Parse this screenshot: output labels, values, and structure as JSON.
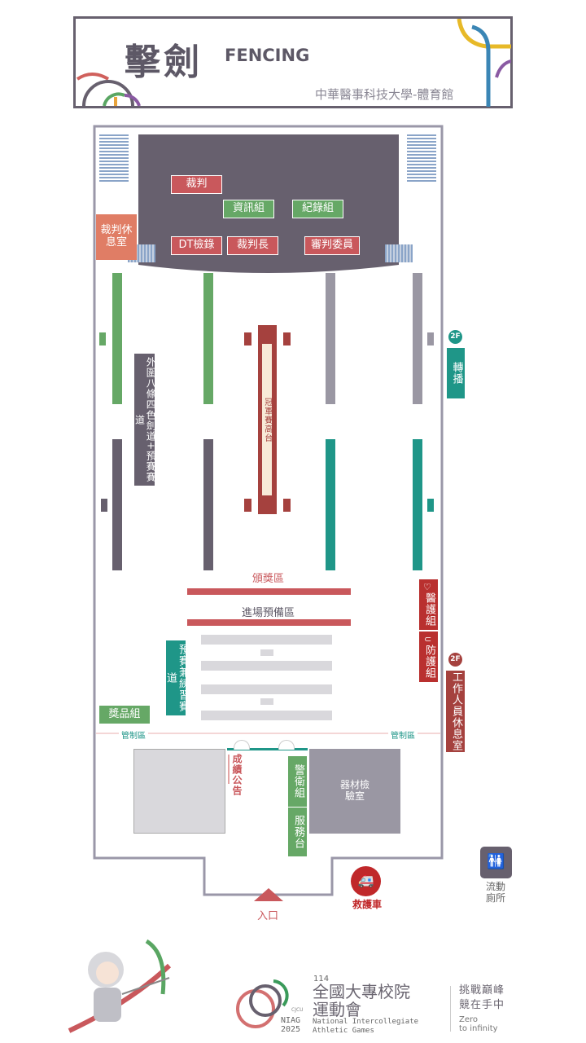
{
  "header": {
    "title_zh": "擊劍",
    "title_en": "FENCING",
    "venue": "中華醫事科技大學-體育館"
  },
  "stage": {
    "referee": "裁判",
    "info": "資訊組",
    "record": "紀錄組",
    "dt": "DT檢錄",
    "head_referee": "裁判長",
    "jury": "審判委員",
    "referee_lounge": "裁判休息室"
  },
  "floor": {
    "outer_lanes": "外圍八條四色劍道+預賽賽道",
    "center_stage": "冠軍賽高台",
    "broadcast": "轉播",
    "floor2": "2F",
    "award_area": "頒獎區",
    "prep_area": "進場預備區",
    "practice": "預賽兼練習賽道",
    "prize": "獎品組",
    "control": "管制區",
    "results": "成績公告",
    "security": "警衛組",
    "service": "服務台",
    "equipment": "器材檢驗室",
    "medical": "醫護組",
    "protection": "防護組",
    "staff_lounge": "工作人員休息室",
    "entrance": "入口",
    "ambulance": "救護車",
    "toilet": "流動廁所"
  },
  "footer": {
    "edition": "114",
    "event_zh_1": "全國大專校院",
    "event_zh_2": "運動會",
    "niag": "NIAG",
    "year": "2025",
    "cjcu": "CJCU",
    "event_en_1": "National Intercollegiate",
    "event_en_2": "Athletic Games",
    "slogan_1": "挑戰巔峰",
    "slogan_2": "競在手中",
    "slogan_en_1": "Zero",
    "slogan_en_2": "to infinity"
  }
}
